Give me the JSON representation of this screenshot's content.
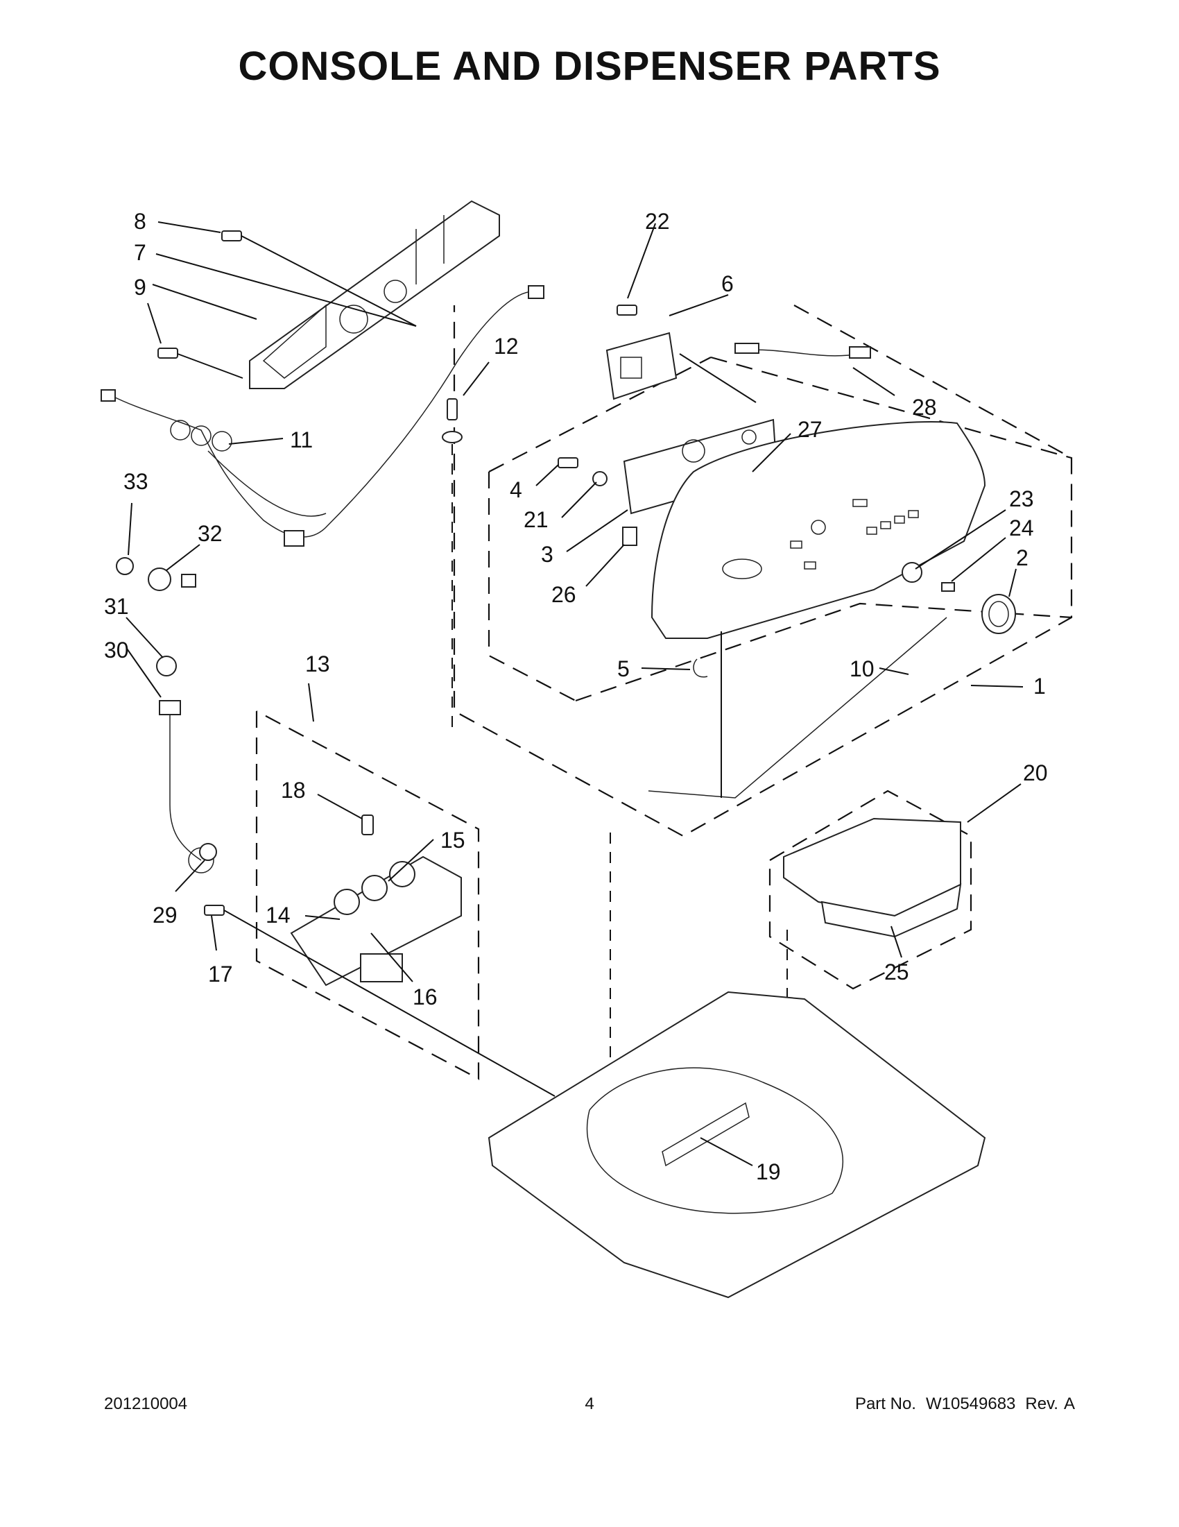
{
  "title": "CONSOLE AND DISPENSER PARTS",
  "callouts": {
    "c1": "1",
    "c2": "2",
    "c3": "3",
    "c4": "4",
    "c5": "5",
    "c6": "6",
    "c7": "7",
    "c8": "8",
    "c9": "9",
    "c10": "10",
    "c11": "11",
    "c12": "12",
    "c13": "13",
    "c14": "14",
    "c15": "15",
    "c16": "16",
    "c17": "17",
    "c18": "18",
    "c19": "19",
    "c20": "20",
    "c21": "21",
    "c22": "22",
    "c23": "23",
    "c24": "24",
    "c25": "25",
    "c26": "26",
    "c27": "27",
    "c28": "28",
    "c29": "29",
    "c30": "30",
    "c31": "31",
    "c32": "32",
    "c33": "33"
  },
  "footer": {
    "doc_code": "201210004",
    "page_number": "4",
    "part_label": "Part No.",
    "part_number": "W10549683",
    "rev_label": "Rev.",
    "rev_value": "A"
  }
}
